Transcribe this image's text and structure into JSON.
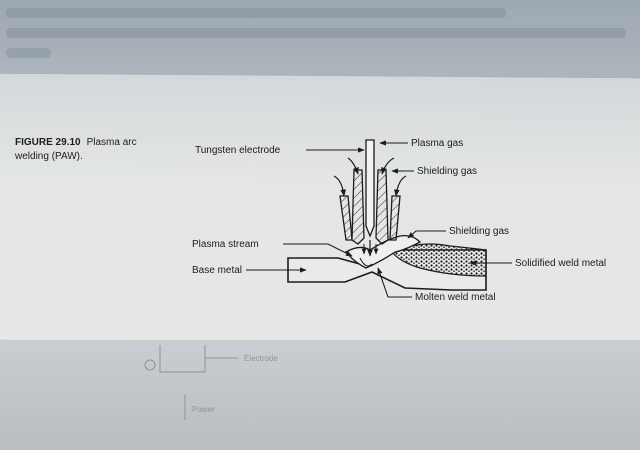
{
  "figure": {
    "number": "FIGURE 29.10",
    "title": "Plasma arc welding (PAW)."
  },
  "labels": {
    "tungsten_electrode": "Tungsten electrode",
    "plasma_gas": "Plasma gas",
    "shielding_gas_top": "Shielding gas",
    "shielding_gas_right": "Shielding gas",
    "plasma_stream": "Plasma stream",
    "base_metal": "Base metal",
    "solidified_weld_metal": "Solidified weld metal",
    "molten_weld_metal": "Molten weld metal"
  },
  "next_figure_labels": {
    "electrode": "Electrode",
    "power": "Power"
  }
}
